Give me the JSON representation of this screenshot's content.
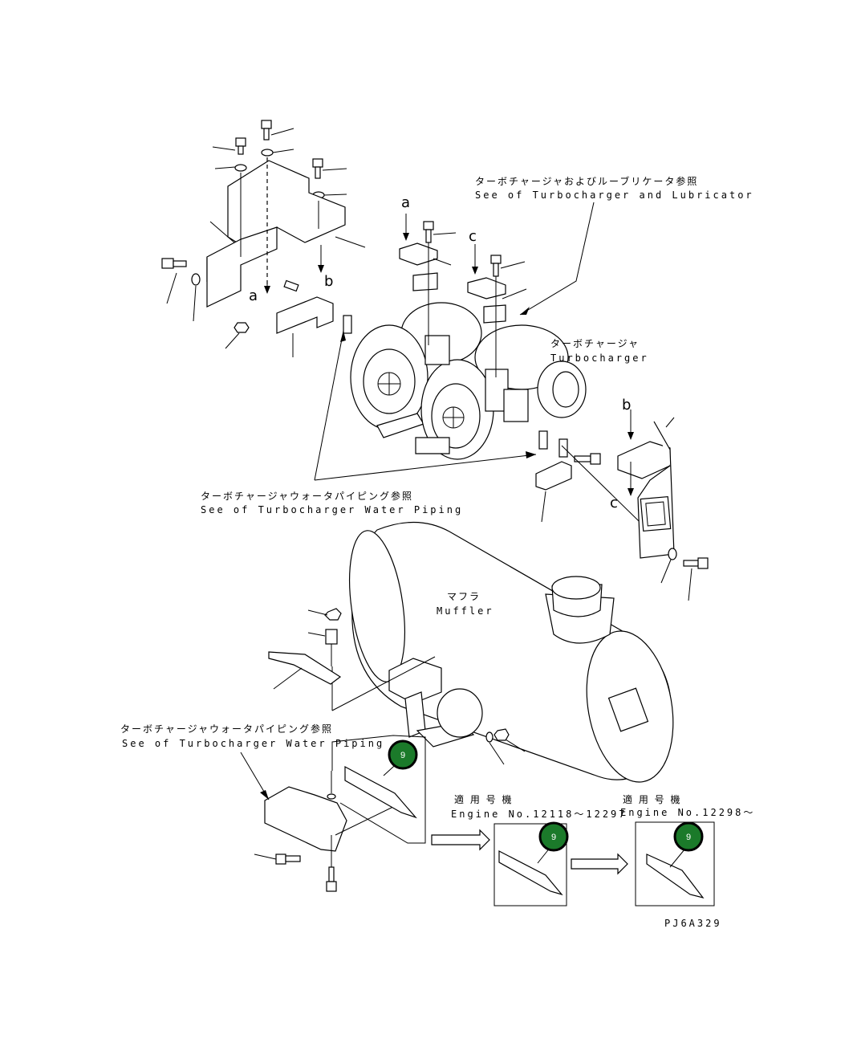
{
  "labels": {
    "turbo_lube_jp": "ターボチャージャおよびルーブリケータ参照",
    "turbo_lube_en": "See of Turbocharger and Lubricator",
    "turbo_jp": "ターボチャージャ",
    "turbo_en": "Turbocharger",
    "water_pipe_jp_1": "ターボチャージャウォータパイピング参照",
    "water_pipe_en_1": "See of Turbocharger Water Piping",
    "muffler_jp": "マフラ",
    "muffler_en": "Muffler",
    "water_pipe_jp_2": "ターボチャージャウォータパイピング参照",
    "water_pipe_en_2": "See of Turbocharger Water Piping",
    "applic_jp_1": "適 用 号 機",
    "applic_en_1": "Engine No.12118〜12297",
    "applic_jp_2": "適 用 号 機",
    "applic_en_2": "Engine No.12298〜",
    "drawing_code": "PJ6A329"
  },
  "arrow_letters": {
    "a1": "a",
    "a2": "a",
    "b1": "b",
    "b2": "b",
    "c1": "c",
    "c2": "c"
  },
  "part_badges": {
    "badge_1": "9",
    "badge_2": "9",
    "badge_3": "9"
  },
  "colors": {
    "badge_fill": "#1b7a2a",
    "line": "#000000"
  }
}
